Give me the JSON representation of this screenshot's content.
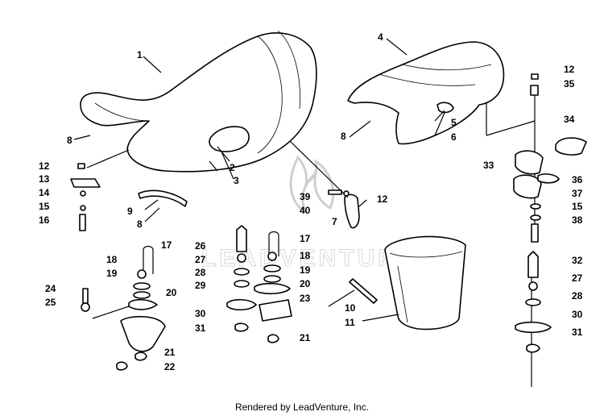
{
  "footer_text": "Rendered by LeadVenture, Inc.",
  "watermark_text": "LEADVENTURE",
  "callouts": {
    "c1": "1",
    "c2": "2",
    "c3": "3",
    "c4": "4",
    "c5": "5",
    "c6": "6",
    "c7": "7",
    "c8a": "8",
    "c8b": "8",
    "c8c": "8",
    "c9": "9",
    "c10": "10",
    "c11": "11",
    "c12a": "12",
    "c12b": "12",
    "c12c": "12",
    "c13": "13",
    "c14": "14",
    "c15a": "15",
    "c15b": "15",
    "c16": "16",
    "c17a": "17",
    "c17b": "17",
    "c18a": "18",
    "c18b": "18",
    "c19a": "19",
    "c19b": "19",
    "c20a": "20",
    "c20b": "20",
    "c21a": "21",
    "c21b": "21",
    "c22": "22",
    "c23": "23",
    "c24": "24",
    "c25": "25",
    "c26": "26",
    "c27a": "27",
    "c27b": "27",
    "c28a": "28",
    "c28b": "28",
    "c29": "29",
    "c30a": "30",
    "c30b": "30",
    "c31a": "31",
    "c31b": "31",
    "c32": "32",
    "c33": "33",
    "c34": "34",
    "c35": "35",
    "c36": "36",
    "c37": "37",
    "c38": "38",
    "c39": "39",
    "c40": "40"
  }
}
